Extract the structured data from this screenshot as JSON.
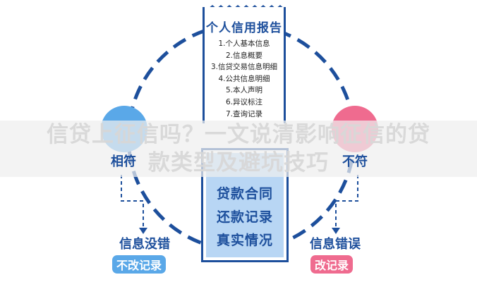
{
  "report": {
    "title": "个人信用报告",
    "items": [
      "1.个人基本信息",
      "2.信息概要",
      "3.信贷交易信息明细",
      "4.公共信息明细",
      "5.本人声明",
      "6.异议标注",
      "7.查询记录"
    ]
  },
  "record_box": {
    "lines": [
      "贷款合同",
      "还款记录",
      "真实情况"
    ]
  },
  "left": {
    "label": "相符",
    "result": "信息没错",
    "action": "不改记录",
    "color": "#5aa8e8"
  },
  "right": {
    "label": "不符",
    "result": "信息错误",
    "action": "改记录",
    "color": "#ef6b8f"
  },
  "accent_color": "#1d4f9c",
  "overlay": {
    "line1": "信贷上征信吗？一文说清影响征信的贷",
    "line2": "款类型及避坑技巧"
  }
}
